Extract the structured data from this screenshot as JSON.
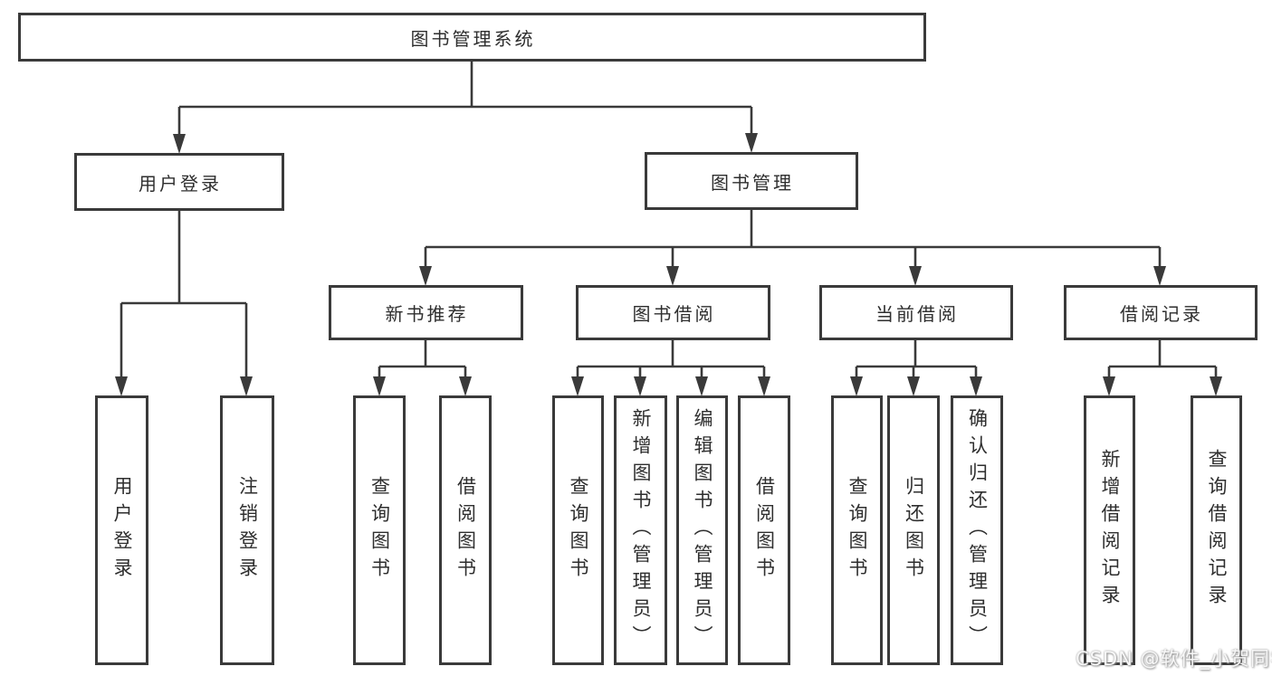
{
  "diagram": {
    "colors": {
      "line": "#3a3a3a",
      "box_border": "#3a3a3a",
      "text": "#2e2e2e",
      "background": "#ffffff",
      "watermark_text": "#f7f7f7"
    },
    "nodes": {
      "root": {
        "label": "图书管理系统"
      },
      "user_login": {
        "label": "用户登录"
      },
      "book_mgmt": {
        "label": "图书管理"
      },
      "new_book_rec": {
        "label": "新书推荐"
      },
      "book_borrow": {
        "label": "图书借阅"
      },
      "current_borrow": {
        "label": "当前借阅"
      },
      "borrow_records": {
        "label": "借阅记录"
      },
      "leaf_user_login": {
        "label": "用户登录"
      },
      "leaf_logout": {
        "label": "注销登录"
      },
      "leaf_query_book_1": {
        "label": "查询图书"
      },
      "leaf_borrow_book_1": {
        "label": "借阅图书"
      },
      "leaf_query_book_2": {
        "label": "查询图书"
      },
      "leaf_add_book": {
        "label": "新增图书（管理员）"
      },
      "leaf_edit_book": {
        "label": "编辑图书（管理员）"
      },
      "leaf_borrow_book_2": {
        "label": "借阅图书"
      },
      "leaf_query_book_3": {
        "label": "查询图书"
      },
      "leaf_return_book": {
        "label": "归还图书"
      },
      "leaf_confirm_return": {
        "label": "确认归还（管理员）"
      },
      "leaf_add_record": {
        "label": "新增借阅记录"
      },
      "leaf_query_record": {
        "label": "查询借阅记录"
      }
    },
    "watermark": "CSDN @软件_小贺同学"
  }
}
